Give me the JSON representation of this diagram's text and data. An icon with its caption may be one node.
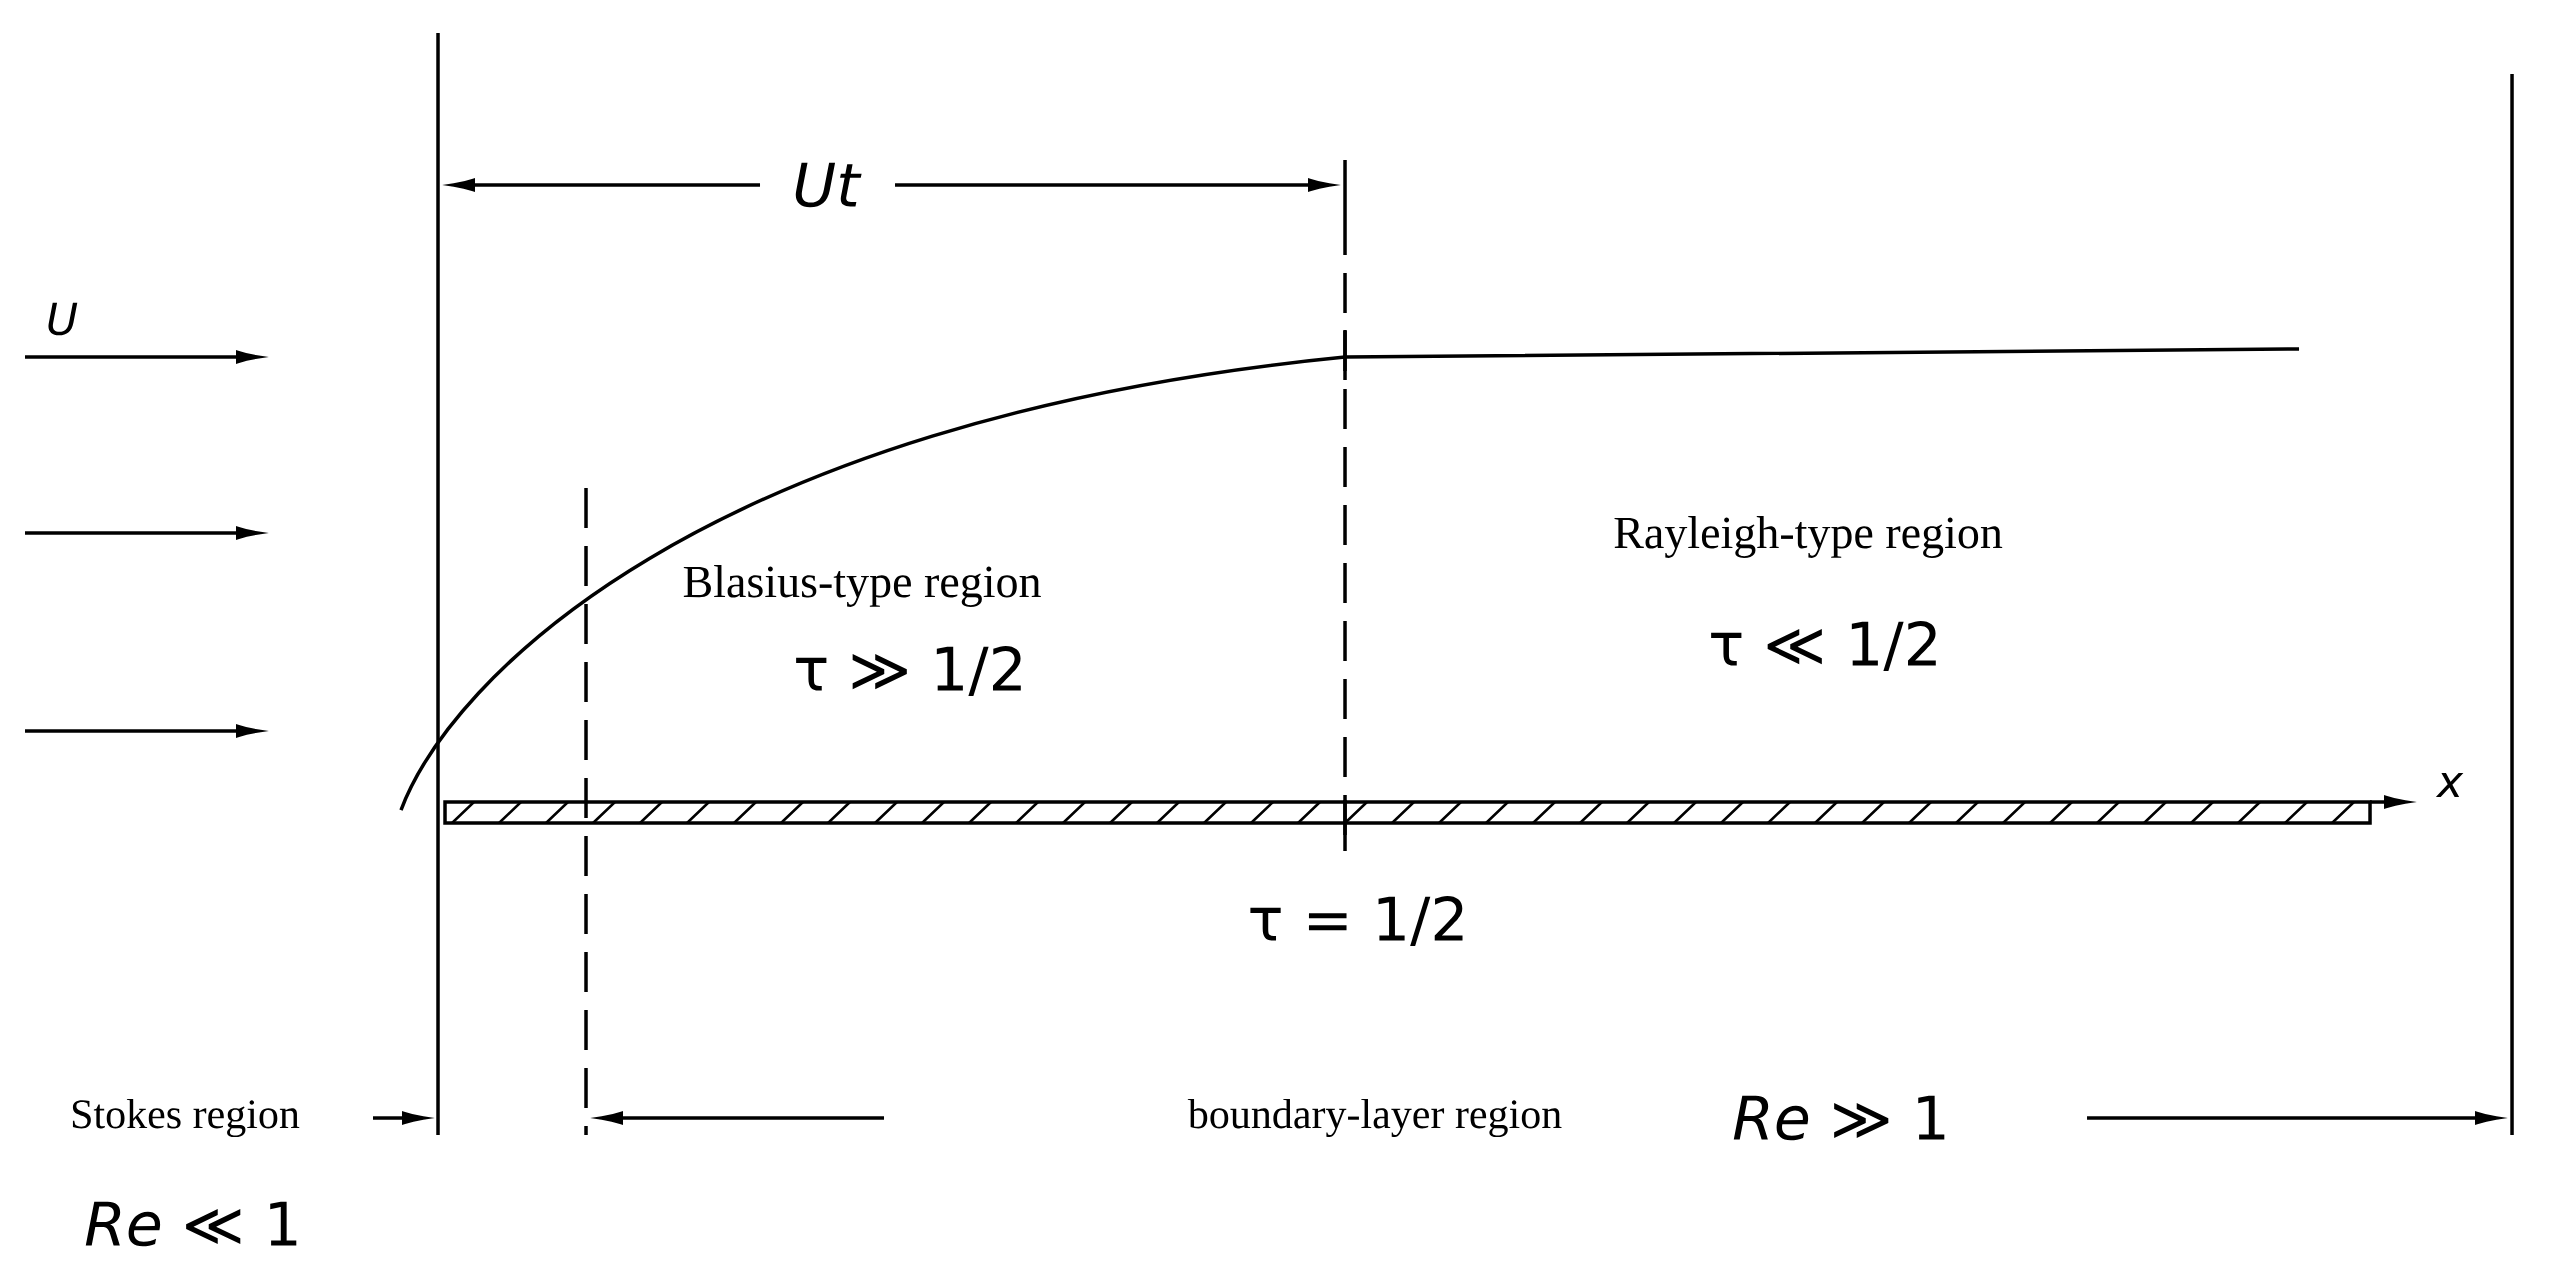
{
  "diagram": {
    "labels": [
      "Ut",
      "U",
      "Rayleigh-type region",
      "Blasius-type region",
      "τ ≪ 1/2",
      "τ ≫ 1/2",
      "x",
      "τ = 1/2",
      "Stokes region",
      "boundary-layer region",
      "*Re* ≫ 1",
      "*Re* ≪ 1"
    ]
  }
}
